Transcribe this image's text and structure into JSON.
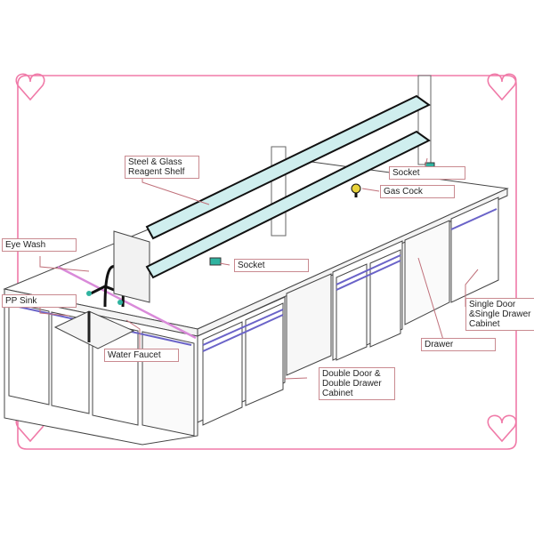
{
  "diagram": {
    "subject": "Laboratory island bench",
    "frame_color": "#f07aa8",
    "label_border_color": "#c98a90",
    "leader_color": "#c0707a",
    "accent_colors": {
      "glass": "#cfeeee",
      "trim": "#6a63c8",
      "pink_rail": "#d98ad9",
      "teal": "#2fb3a0",
      "yellow": "#e8d23a"
    },
    "labels": [
      {
        "id": "reagent-shelf",
        "text": "Steel & Glass\nReagent Shelf"
      },
      {
        "id": "socket-top",
        "text": "Socket"
      },
      {
        "id": "gas-cock",
        "text": "Gas Cock"
      },
      {
        "id": "eye-wash",
        "text": "Eye Wash"
      },
      {
        "id": "socket-mid",
        "text": "Socket"
      },
      {
        "id": "pp-sink",
        "text": "PP Sink"
      },
      {
        "id": "water-faucet",
        "text": "Water Faucet"
      },
      {
        "id": "double-cabinet",
        "text": "Double Door &\nDouble Drawer\nCabinet"
      },
      {
        "id": "single-cabinet",
        "text": "Single Door\n&Single Drawer\nCabinet"
      },
      {
        "id": "drawer",
        "text": "Drawer"
      }
    ]
  }
}
